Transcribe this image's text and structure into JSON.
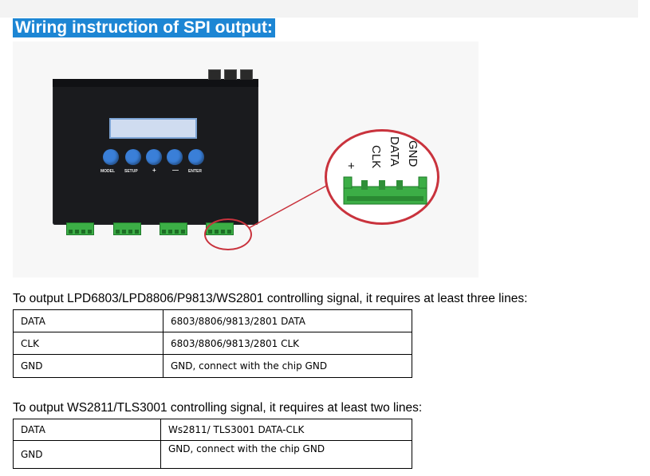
{
  "title": "Wiring instruction of SPI output:",
  "device": {
    "button_labels": [
      "MODEL",
      "SETUP",
      "+",
      "—",
      "ENTER"
    ],
    "pin_labels": [
      "GND",
      "DATA",
      "CLK"
    ],
    "plus_label": "+"
  },
  "section1": {
    "sentence": "To output LPD6803/LPD8806/P9813/WS2801 controlling signal, it requires at least three lines:",
    "rows": [
      {
        "name": "DATA",
        "desc": "6803/8806/9813/2801 DATA"
      },
      {
        "name": "CLK",
        "desc": "6803/8806/9813/2801 CLK"
      },
      {
        "name": "GND",
        "desc": "GND, connect with the chip GND"
      }
    ]
  },
  "section2": {
    "sentence": "To output WS2811/TLS3001 controlling signal, it requires at least two lines:",
    "rows": [
      {
        "name": "DATA",
        "desc": "Ws2811/ TLS3001 DATA-CLK"
      },
      {
        "name": "GND",
        "desc": "GND, connect with the chip GND"
      }
    ]
  },
  "colors": {
    "title_bg": "#1d86d4",
    "button": "#3a7fd8",
    "terminal": "#3cae46",
    "highlight_circle": "#c9333d"
  }
}
